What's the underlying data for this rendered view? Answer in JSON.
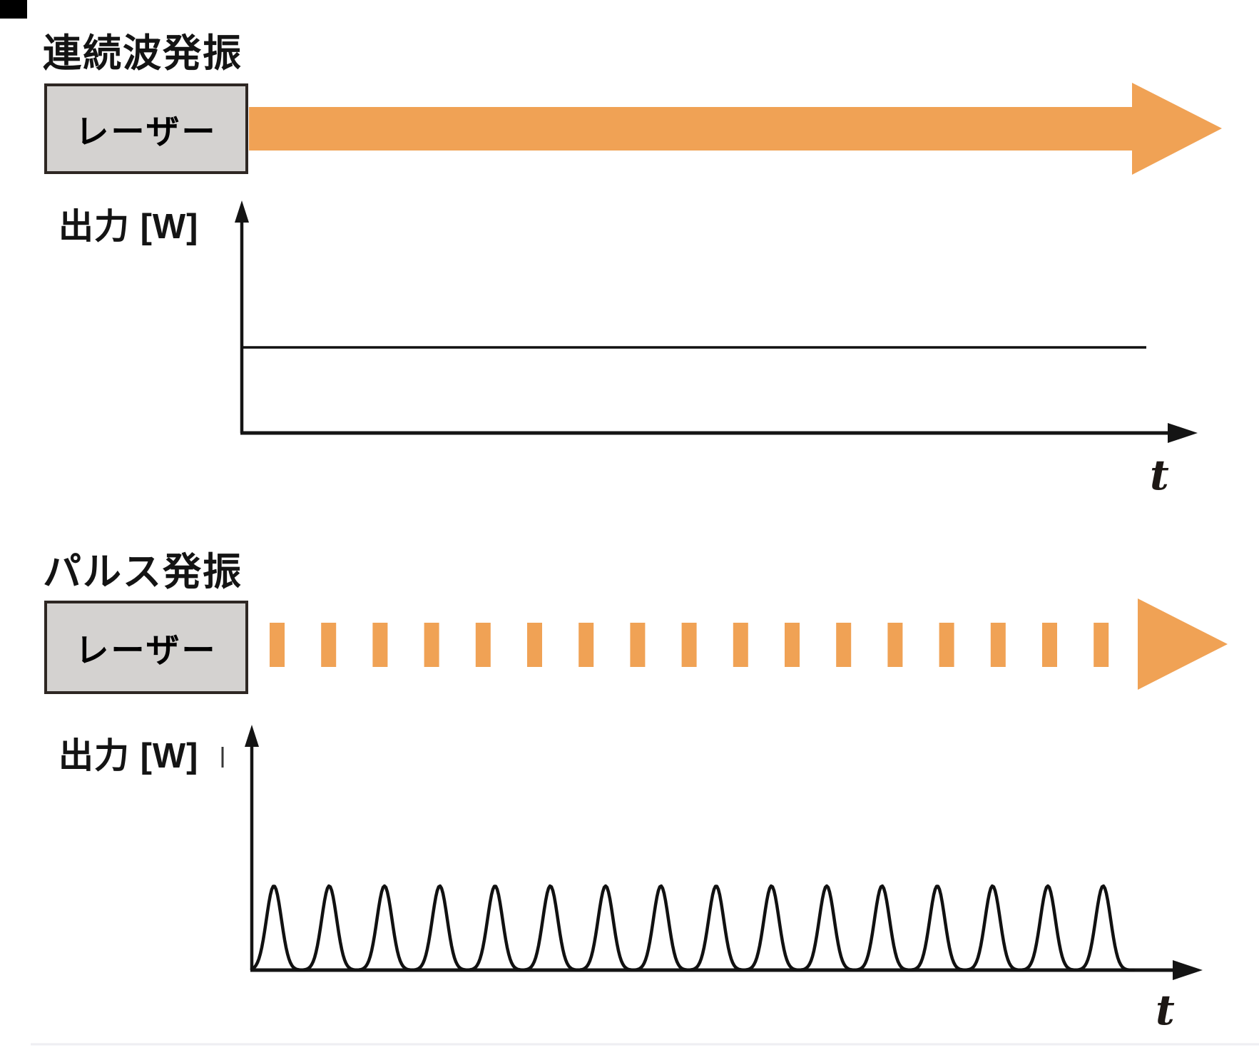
{
  "colors": {
    "beam_orange": "#F0A255",
    "box_fill": "#D4D2D0",
    "box_border": "#2E2723",
    "ink": "#141414",
    "faint_rule": "#EEEEF2"
  },
  "cw_section": {
    "title": "連続波発振",
    "laser_box_label": "レーザー",
    "beam_style": "continuous",
    "graph": {
      "y_axis_label": "出力 [W]",
      "x_axis_label": "t",
      "waveform": "constant"
    }
  },
  "pulse_section": {
    "title": "パルス発振",
    "laser_box_label": "レーザー",
    "beam_style": "pulsed",
    "beam_dash_count": 17,
    "graph": {
      "y_axis_label": "出力 [W]",
      "x_axis_label": "t",
      "waveform": "pulse_train",
      "pulse_count": 16
    }
  },
  "chart_data": [
    {
      "type": "line",
      "title": "連続波発振",
      "xlabel": "t",
      "ylabel": "出力 [W]",
      "description": "constant (continuous-wave) output: flat horizontal line over time, no tick labels",
      "series": [
        {
          "name": "出力",
          "shape": "constant",
          "level_fraction_of_axis_height": 0.38
        }
      ],
      "grid": false,
      "legend": false
    },
    {
      "type": "line",
      "title": "パルス発振",
      "xlabel": "t",
      "ylabel": "出力 [W]",
      "description": "train of 16 identical narrow gaussian pulses, evenly spaced, returning to zero between pulses, no tick labels",
      "series": [
        {
          "name": "出力",
          "shape": "pulse_train",
          "pulse_count": 16,
          "peak_fraction_of_axis_height": 0.35
        }
      ],
      "grid": false,
      "legend": false
    }
  ]
}
